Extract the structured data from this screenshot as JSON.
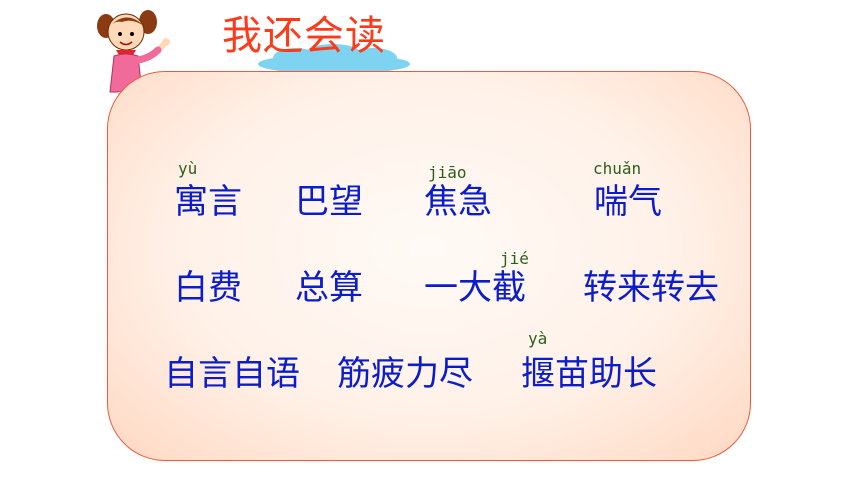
{
  "title": "我还会读",
  "rows": [
    {
      "words": [
        "寓言",
        "巴望",
        "焦急",
        "喘气"
      ]
    },
    {
      "words": [
        "白费",
        "总算",
        "一大截",
        "转来转去"
      ]
    },
    {
      "words": [
        "自言自语",
        "筋疲力尽",
        "揠苗助长"
      ]
    }
  ],
  "pinyin": {
    "yu": "yù",
    "jiao": "jiāo",
    "chuan": "chuǎn",
    "jie": "jié",
    "ya": "yà"
  },
  "colors": {
    "title": "#ff3a1a",
    "words": "#0b1ccc",
    "pinyin": "#2b5f1c",
    "board_border": "#f05a3a",
    "cloud": "#7dd3f0"
  },
  "icons": {
    "girl": "cartoon-girl-icon",
    "cloud": "cloud-icon"
  }
}
